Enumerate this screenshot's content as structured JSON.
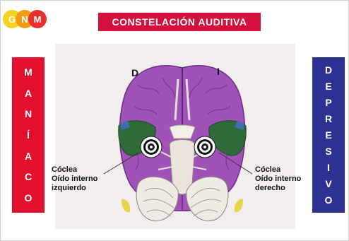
{
  "logo": {
    "letters": [
      "G",
      "N",
      "M"
    ],
    "colors": [
      "#f4d21f",
      "#f19b18",
      "#e8312f"
    ]
  },
  "title": "CONSTELACIÓN  AUDITIVA",
  "left_bar": {
    "letters": [
      "M",
      "A",
      "N",
      "Í",
      "A",
      "C",
      "O"
    ],
    "color": "#e2102c"
  },
  "right_bar": {
    "letters": [
      "D",
      "E",
      "P",
      "R",
      "E",
      "S",
      "I",
      "V",
      "O"
    ],
    "color": "#2d3192"
  },
  "side_labels": {
    "left": "D",
    "right": "I"
  },
  "callouts": {
    "left": {
      "line1": "Cóclea",
      "line2": "Oído interno",
      "line3": "izquierdo"
    },
    "right": {
      "line1": "Cóclea",
      "line2": "Oído interno",
      "line3": "derecho"
    }
  },
  "targets": [
    {
      "name": "left-target"
    },
    {
      "name": "right-target"
    }
  ]
}
